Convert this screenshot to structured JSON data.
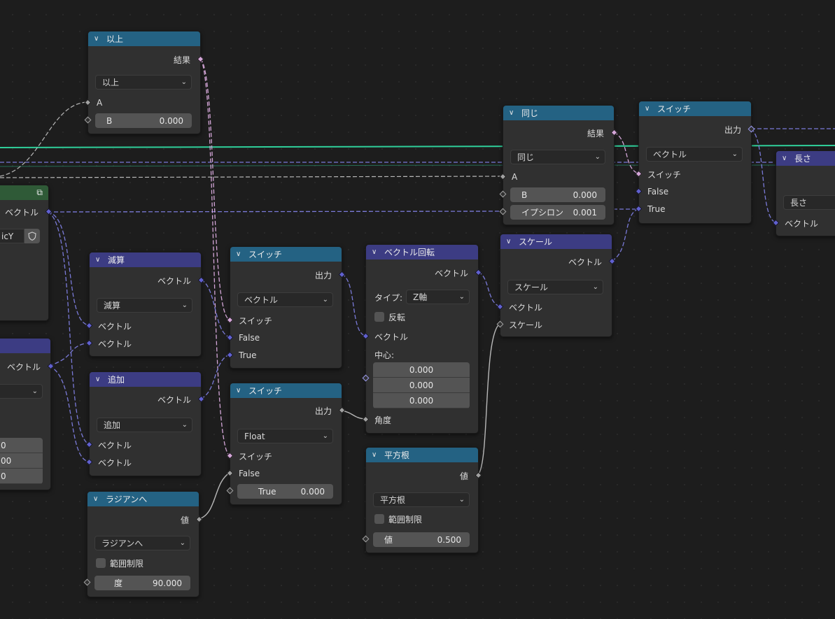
{
  "nodes": {
    "gte": {
      "title": "以上",
      "out": "結果",
      "mode": "以上",
      "a": "A",
      "b_label": "B",
      "b_value": "0.000"
    },
    "equal": {
      "title": "同じ",
      "out": "結果",
      "mode": "同じ",
      "a": "A",
      "b_label": "B",
      "b_value": "0.000",
      "eps_label": "イプシロン",
      "eps_value": "0.001"
    },
    "switch_top": {
      "title": "スイッチ",
      "out": "出力",
      "mode": "ベクトル",
      "switch": "スイッチ",
      "false": "False",
      "true": "True"
    },
    "length": {
      "title": "長さ",
      "mode": "長さ",
      "in": "ベクトル"
    },
    "left_group": {
      "out": "ベクトル",
      "field": "icY"
    },
    "left_lower": {
      "out": "ベクトル",
      "values": [
        "0",
        "00",
        "0"
      ]
    },
    "subtract": {
      "title": "減算",
      "out": "ベクトル",
      "mode": "減算",
      "in1": "ベクトル",
      "in2": "ベクトル"
    },
    "add": {
      "title": "追加",
      "out": "ベクトル",
      "mode": "追加",
      "in1": "ベクトル",
      "in2": "ベクトル"
    },
    "switch_vec": {
      "title": "スイッチ",
      "out": "出力",
      "mode": "ベクトル",
      "switch": "スイッチ",
      "false": "False",
      "true": "True"
    },
    "switch_float": {
      "title": "スイッチ",
      "out": "出力",
      "mode": "Float",
      "switch": "スイッチ",
      "false": "False",
      "true_label": "True",
      "true_value": "0.000"
    },
    "vec_rotate": {
      "title": "ベクトル回転",
      "out": "ベクトル",
      "type_label": "タイプ:",
      "type_value": "Z軸",
      "invert": "反転",
      "in_vec": "ベクトル",
      "center_label": "中心:",
      "center": [
        "0.000",
        "0.000",
        "0.000"
      ],
      "angle": "角度"
    },
    "scale": {
      "title": "スケール",
      "out": "ベクトル",
      "mode": "スケール",
      "in_vec": "ベクトル",
      "in_scale": "スケール"
    },
    "sqrt": {
      "title": "平方根",
      "out": "値",
      "mode": "平方根",
      "clamp": "範囲制限",
      "val_label": "値",
      "val_value": "0.500"
    },
    "radians": {
      "title": "ラジアンへ",
      "out": "値",
      "mode": "ラジアンへ",
      "clamp": "範囲制限",
      "deg_label": "度",
      "deg_value": "90.000"
    }
  }
}
